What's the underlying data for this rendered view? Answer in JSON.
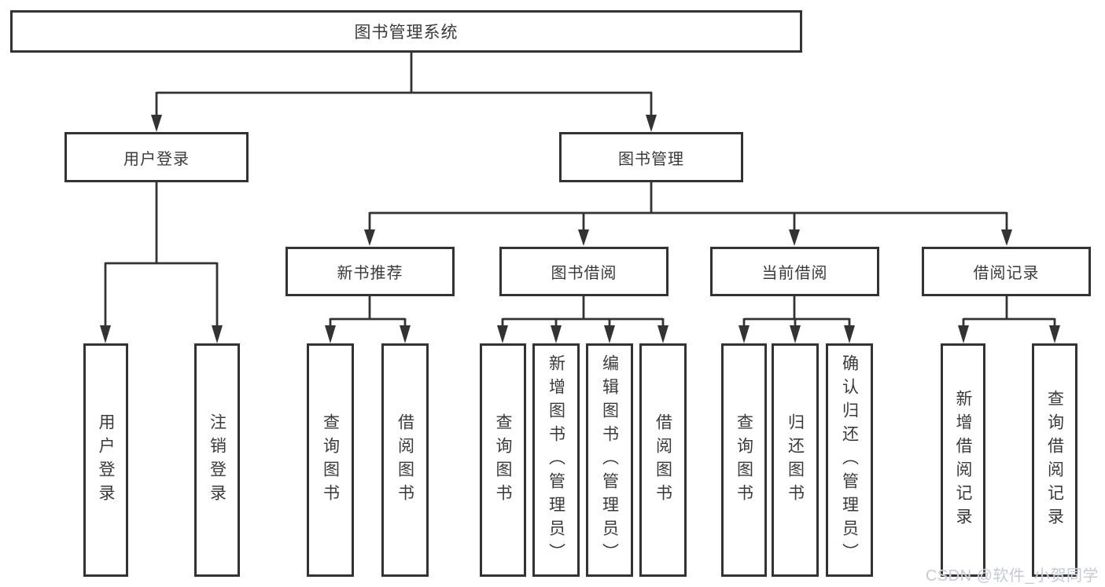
{
  "nodes": {
    "root": {
      "label": "图书管理系统"
    },
    "branches": [
      {
        "label": "用户登录"
      },
      {
        "label": "图书管理"
      }
    ],
    "modules": [
      {
        "label": "新书推荐"
      },
      {
        "label": "图书借阅"
      },
      {
        "label": "当前借阅"
      },
      {
        "label": "借阅记录"
      }
    ],
    "leaves": [
      {
        "label": "用户登录"
      },
      {
        "label": "注销登录"
      },
      {
        "label": "查询图书"
      },
      {
        "label": "借阅图书"
      },
      {
        "label": "查询图书"
      },
      {
        "label": "新增图书（管理员）"
      },
      {
        "label": "编辑图书（管理员）"
      },
      {
        "label": "借阅图书"
      },
      {
        "label": "查询图书"
      },
      {
        "label": "归还图书"
      },
      {
        "label": "确认归还（管理员）"
      },
      {
        "label": "新增借阅记录"
      },
      {
        "label": "查询借阅记录"
      }
    ]
  },
  "watermark": {
    "text": "CSDN @软件_小贺同学"
  },
  "colors": {
    "line": "#333333",
    "text": "#3a3a3a",
    "watermark": "#c6cad4",
    "background": "#ffffff"
  }
}
